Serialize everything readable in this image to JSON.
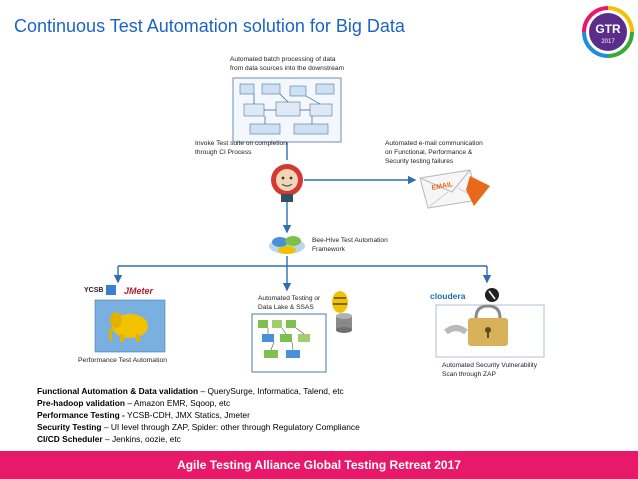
{
  "title": "Continuous Test Automation solution for Big Data",
  "logo": {
    "main": "GTR",
    "year": "2017"
  },
  "diagram": {
    "batch_label_1": "Automated batch processing of data",
    "batch_label_2": "from data sources into the downstream",
    "invoke_label_1": "Invoke Test suite on completion",
    "invoke_label_2": "through CI Process",
    "email_label_1": "Automated e-mail communication",
    "email_label_2": "on Functional, Performance &",
    "email_label_3": "Security testing failures",
    "email_word": "EMAIL",
    "beehive_label_1": "Bee-Hive Test Automation",
    "beehive_label_2": "Framework",
    "ycsb": "YCSB",
    "jmeter": "JMeter",
    "perf_label": "Performance Test Automation",
    "datalake_label_1": "Automated Testing or",
    "datalake_label_2": "Data Lake & SSAS",
    "cloudera": "cloudera",
    "security_label_1": "Automated Security Vulnerability",
    "security_label_2": "Scan through ZAP"
  },
  "bullets": [
    {
      "bold": "Functional Automation & Data validation",
      "sep": " – ",
      "text": "QuerySurge, Informatica, Talend, etc"
    },
    {
      "bold": "Pre-hadoop validation",
      "sep": " – ",
      "text": "Amazon EMR, Sqoop, etc"
    },
    {
      "bold": "Performance Testing -",
      "sep": " ",
      "text": "YCSB-CDH, JMX Statics, Jmeter"
    },
    {
      "bold": "Security Testing",
      "sep": " – ",
      "text": "UI level through ZAP, Spider: other through Regulatory Compliance"
    },
    {
      "bold": "CI/CD Scheduler",
      "sep": " – ",
      "text": "Jenkins, oozie, etc"
    }
  ],
  "footer": "Agile Testing Alliance Global Testing Retreat 2017",
  "colors": {
    "title": "#1a64c8",
    "footer_bg": "#e8196b",
    "arrow": "#2e6fb3"
  }
}
